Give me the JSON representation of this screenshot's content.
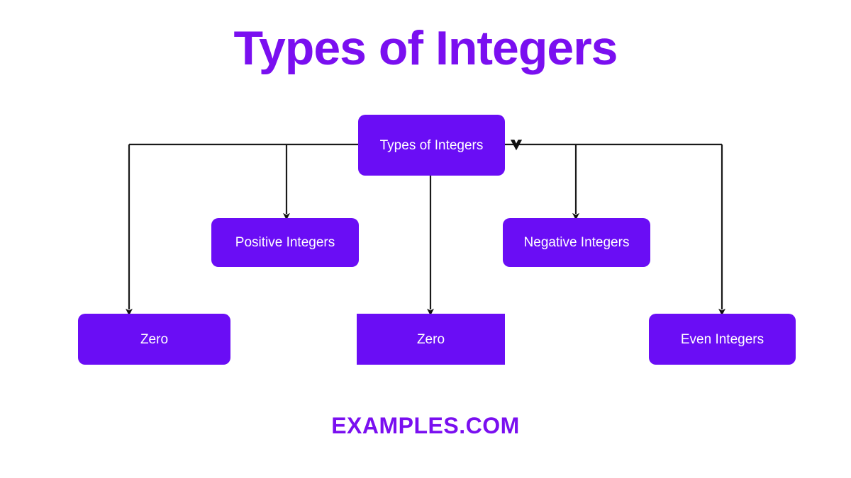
{
  "page": {
    "title": "Types of Integers",
    "footer_watermark": "EXAMPLES.COM",
    "background_color": "#ffffff",
    "accent_color": "#7a0ff0",
    "node_fill_color": "#6a0df5",
    "node_text_color": "#ffffff",
    "connector_color": "#1a1a1a"
  },
  "diagram": {
    "type": "flowchart",
    "orientation": "top-down",
    "root": {
      "id": "root",
      "label": "Types of Integers"
    },
    "nodes": [
      {
        "id": "positive",
        "label": "Positive Integers",
        "row": "middle",
        "shape": "rounded-rect"
      },
      {
        "id": "negative",
        "label": "Negative Integers",
        "row": "middle",
        "shape": "rounded-rect"
      },
      {
        "id": "zero-left",
        "label": "Zero",
        "row": "bottom",
        "shape": "rounded-rect"
      },
      {
        "id": "zero-mid",
        "label": "Zero",
        "row": "bottom",
        "shape": "rect"
      },
      {
        "id": "even",
        "label": "Even Integers",
        "row": "bottom",
        "shape": "rounded-rect"
      }
    ],
    "edges": [
      {
        "from": "root",
        "to": "zero-left",
        "arrow": "filled-triangle-down"
      },
      {
        "from": "root",
        "to": "positive",
        "arrow": "filled-triangle-down"
      },
      {
        "from": "root",
        "to": "zero-mid",
        "arrow": "filled-triangle-down"
      },
      {
        "from": "root",
        "to": "negative",
        "arrow": "filled-triangle-down"
      },
      {
        "from": "root",
        "to": "even",
        "arrow": "filled-triangle-down"
      }
    ],
    "markers": [
      {
        "id": "root-right-chevron",
        "icon": "chevron-down-icon"
      }
    ]
  }
}
